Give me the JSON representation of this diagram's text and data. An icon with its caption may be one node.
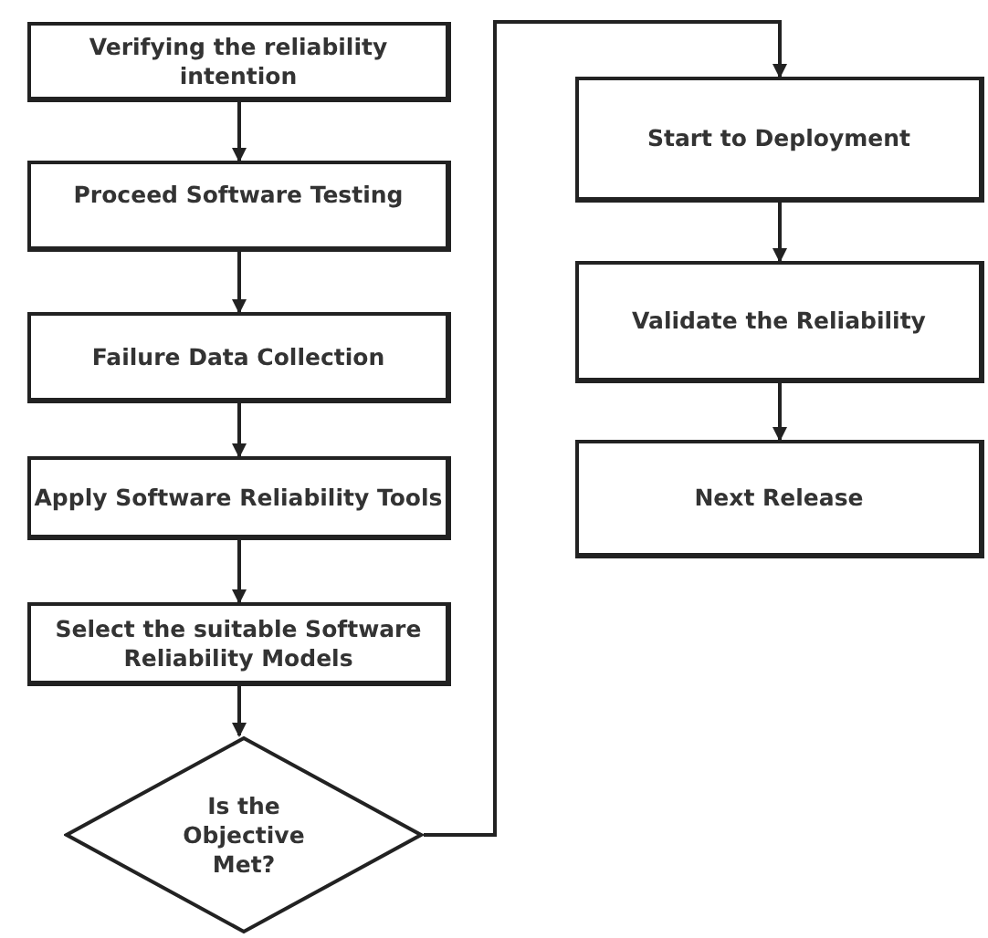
{
  "diagram": {
    "nodes": [
      {
        "text": [
          "Verifying the reliability intention"
        ]
      },
      {
        "text": [
          "Proceed Software Testing"
        ]
      },
      {
        "text": [
          "Failure Data Collection"
        ]
      },
      {
        "text": [
          "Apply Software Reliability Tools"
        ]
      },
      {
        "text": [
          "Select the suitable Software Reliability Models"
        ]
      },
      {
        "text": [
          "Is the Objective Met?"
        ]
      },
      {
        "text": [
          "Start to Deployment"
        ]
      },
      {
        "text": [
          "Validate the Reliability"
        ]
      },
      {
        "text": [
          "Next Release"
        ]
      }
    ],
    "edges": [
      {
        "from": 0,
        "to": 1,
        "arrow": "to"
      },
      {
        "from": 1,
        "to": 2,
        "arrow": "to"
      },
      {
        "from": 2,
        "to": 3,
        "arrow": "to"
      },
      {
        "from": 3,
        "to": 4,
        "arrow": "to"
      },
      {
        "from": 4,
        "to": 5,
        "arrow": "to"
      },
      {
        "from": 5,
        "to": 6,
        "arrow": "to"
      },
      {
        "from": 6,
        "to": 7,
        "arrow": "to"
      },
      {
        "from": 7,
        "to": 8,
        "arrow": "to"
      }
    ]
  }
}
